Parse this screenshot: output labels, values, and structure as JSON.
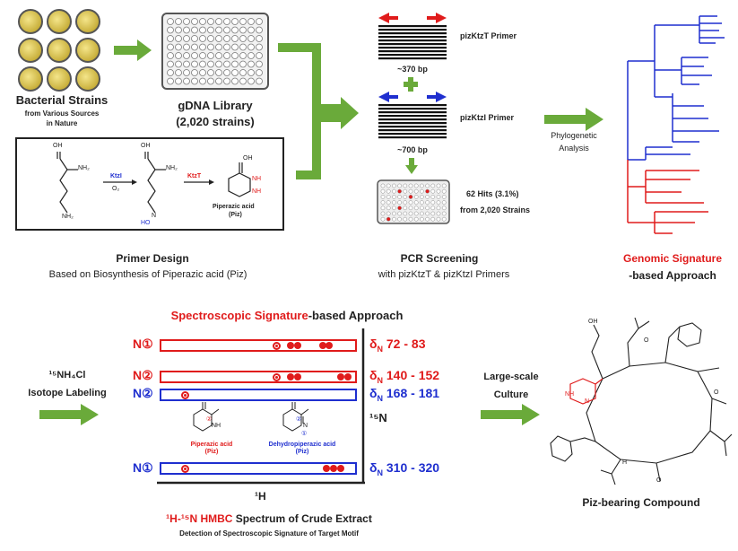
{
  "top": {
    "bacterial_title": "Bacterial Strains",
    "bacterial_sub1": "from Various Sources",
    "bacterial_sub2": "in Nature",
    "gdna_title": "gDNA Library",
    "gdna_sub": "(2,020 strains)",
    "primer_t": "pizKtzT Primer",
    "bp370": "~370 bp",
    "primer_i": "pizKtzI Primer",
    "bp700": "~700 bp",
    "hits1": "62 Hits (3.1%)",
    "hits2": "from 2,020 Strains",
    "phylo1": "Phylogenetic",
    "phylo2": "Analysis",
    "primer_design": "Primer Design",
    "primer_design_sub": "Based on Biosynthesis of Piperazic acid (Piz)",
    "pcr": "PCR Screening",
    "pcr_sub": "with pizKtzT & pizKtzI Primers",
    "genomic_red": "Genomic Signature",
    "genomic_rest": "-based Approach"
  },
  "scheme": {
    "oh1": "OH",
    "nh2_1": "NH₂",
    "nh2_2": "NH₂",
    "ktzi": "KtzI",
    "o2": "O₂",
    "oh2": "OH",
    "nh2_3": "NH₂",
    "nh": "N",
    "ho": "HO",
    "ktzt": "KtzT",
    "oh3": "OH",
    "nh_a": "NH",
    "nh_b": "NH",
    "piz1": "Piperazic acid",
    "piz2": "(Piz)",
    "o_1": "O",
    "o_2": "O",
    "o_3": "O",
    "h_1": "H"
  },
  "bottom": {
    "spec_red": "Spectroscopic Signature",
    "spec_rest": "-based Approach",
    "isotope1": "¹⁵NH₄Cl",
    "isotope2": "Isotope Labeling",
    "row_n1a": "N①",
    "row_n2a": "N②",
    "row_n2b": "N②",
    "row_n1b": "N①",
    "d1": "72 - 83",
    "d2": "140 - 152",
    "d3": "168 - 181",
    "d4": "310 - 320",
    "delta_sym": "δ",
    "n_sub": "N",
    "n15": "¹⁵N",
    "h1": "¹H",
    "piz_label1": "Piperazic acid",
    "piz_label2": "(Piz)",
    "dehydro1": "Dehydropiperazic acid",
    "dehydro2": "(Piz)",
    "hmbc_red": "¹H-¹⁵N HMBC",
    "hmbc_rest": " Spectrum of Crude Extract",
    "detection": "Detection of Spectroscopic Signature of Target Motif",
    "large1": "Large-scale",
    "large2": "Culture",
    "compound": "Piz-bearing Compound",
    "mini_n2": "②",
    "mini_n1": "①",
    "mini_nh": "NH",
    "mini_n": "N",
    "mini_h": "H"
  },
  "colors": {
    "red": "#e01b1b",
    "blue": "#1f2fcf",
    "green": "#6aaa3a"
  }
}
